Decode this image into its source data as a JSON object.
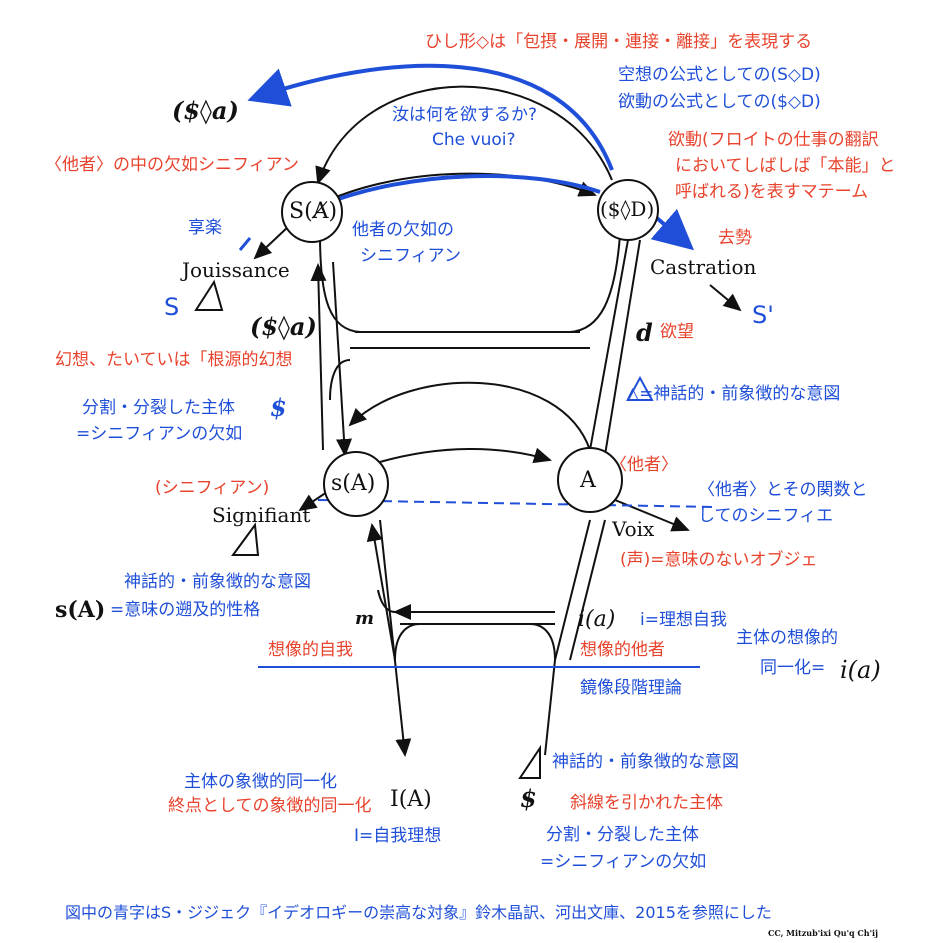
{
  "top": {
    "rhombus_note": "ひし形◇は「包摂・展開・連接・離接」を表現する",
    "fantasy_formula_1": "空想の公式としての(S◇D)",
    "fantasy_formula_2": "欲動の公式としての($◇D)",
    "che_vuoi_jp": "汝は何を欲するか?",
    "che_vuoi": "Che vuoi?",
    "fantasy_symbol_top": "($◊a)"
  },
  "upper": {
    "lack_other_red": "〈他者〉の中の欠如シニフィアン",
    "drive_note_1": "欲動(フロイトの仕事の翻訳",
    "drive_note_2": "においてしばしば「本能」と",
    "drive_note_3": "呼ばれる)を表すマテーム",
    "node_s_barred_a": "S(A̸)",
    "node_drive": "($◊D)",
    "jouissance_jp": "享楽",
    "jouissance": "Jouissance",
    "lack_other_blue_1": "他者の欠如の",
    "lack_other_blue_2": "シニフィアン",
    "castration_jp": "去勢",
    "castration": "Castration",
    "s_left": "S",
    "s_prime": "S'",
    "fantasy_symbol_mid": "($◊a)",
    "d": "d",
    "desire": "欲望",
    "fantasy_fundamental": "幻想、たいていは「根源的幻想",
    "triangle_note": "△=神話的・前象徴的な意図",
    "split_subject_1": "分割・分裂した主体",
    "split_subject_2": "=シニフィアンの欠如",
    "barred_s_mid": "$"
  },
  "middle": {
    "other_red": "〈他者〉",
    "signifier_red": "(シニフィアン)",
    "node_s_of_a": "s(A)",
    "node_a": "A",
    "other_function_1": "〈他者〉とその関数と",
    "other_function_2": "してのシニフィエ",
    "signifiant": "Signifiant",
    "voix": "Voix",
    "voice_note": "(声)=意味のないオブジェ",
    "myth_intent": "神話的・前象徴的な意図",
    "s_of_a_sym": "s(A)",
    "retro_meaning": "=意味の遡及的性格"
  },
  "lower": {
    "m": "m",
    "i_of_a": "i(a)",
    "ideal_ego": "i=理想自我",
    "imaginary_id_1": "主体の想像的",
    "imaginary_id_2": "同一化=",
    "imaginary_id_sym": "i(a)",
    "imaginary_ego": "想像的自我",
    "imaginary_other": "想像的他者",
    "mirror_stage": "鏡像段階理論",
    "symbolic_id_1": "主体の象徴的同一化",
    "symbolic_id_2": "終点としての象徴的同一化",
    "node_i_of_a": "I(A)",
    "ego_ideal": "I=自我理想",
    "myth_intent_bottom": "神話的・前象徴的な意図",
    "barred_s_bottom": "$",
    "barred_subject": "斜線を引かれた主体",
    "split_subject_1": "分割・分裂した主体",
    "split_subject_2": "=シニフィアンの欠如"
  },
  "footer": {
    "source": "図中の青字はS・ジジェク『イデオロギーの崇高な対象』鈴木晶訳、河出文庫、2015を参照にした",
    "credit": "CC, Mitzub'ixi Qu'q Ch'ij"
  },
  "colors": {
    "red": "#e8432d",
    "blue": "#1f4fd8",
    "black": "#111111"
  }
}
